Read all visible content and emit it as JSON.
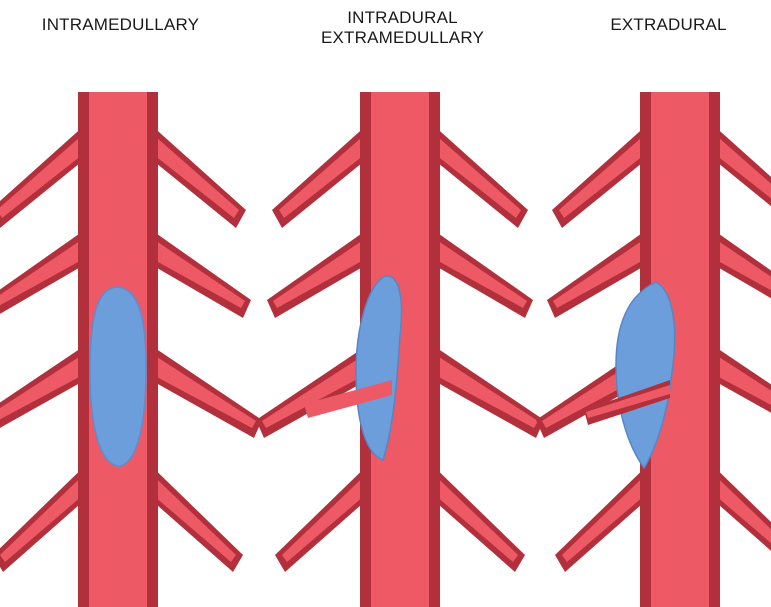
{
  "labels": {
    "intramedullary": "INTRAMEDULLARY",
    "intradural_line1": "INTRADURAL",
    "intradural_line2": "EXTRAMEDULLARY",
    "extradural": "EXTRADURAL"
  },
  "colors": {
    "cord": "#ee5966",
    "dura": "#b2303c",
    "lesion": "#6c9edc",
    "lesion_edge": "#5686c8",
    "background": "#ffffff"
  }
}
